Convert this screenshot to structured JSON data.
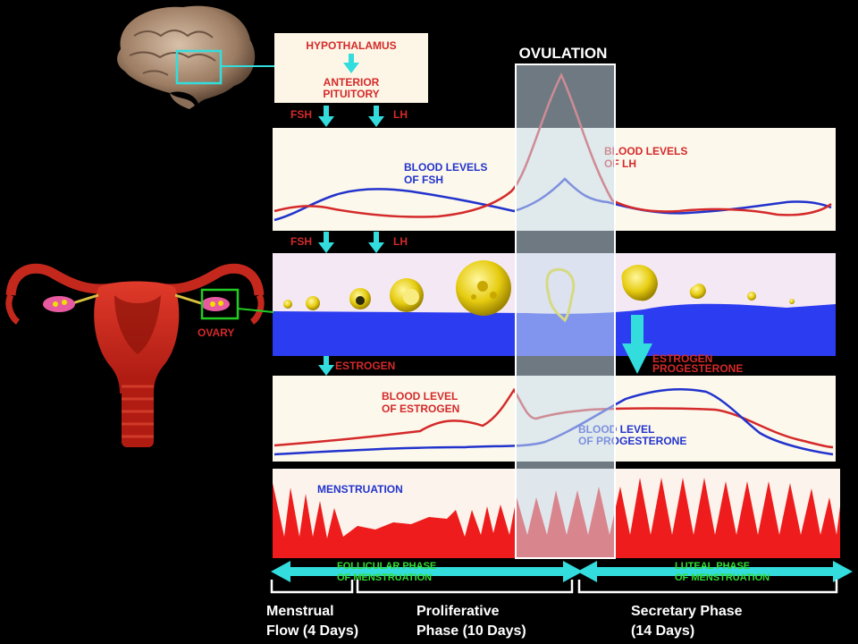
{
  "hypothalamus_box": {
    "line1": "HYPOTHALAMUS",
    "line2": "ANTERIOR",
    "line3": "PITUITORY"
  },
  "hormone_labels": {
    "fsh": "FSH",
    "lh": "LH"
  },
  "ovulation_label": "OVULATION",
  "ovary_label": "OVARY",
  "panel_pituitary": {
    "fsh_label_line1": "BLOOD LEVELS",
    "fsh_label_line2": "OF FSH",
    "lh_label_line1": "BLOOD LEVELS",
    "lh_label_line2": "OF LH"
  },
  "ovary_arrows": {
    "estrogen": "ESTROGEN",
    "estrogen2": "ESTROGEN",
    "progesterone": "PROGESTERONE"
  },
  "panel_hormones": {
    "estrogen_line1": "BLOOD LEVEL",
    "estrogen_line2": "OF ESTROGEN",
    "progesterone_line1": "BLOOD LEVEL",
    "progesterone_line2": "OF PROGESTERONE"
  },
  "panel_uterus": {
    "menstruation_label": "MENSTRUATION"
  },
  "phase_bar": {
    "follicular_line1": "FOLLICULAR PHASE",
    "follicular_line2": "OF MENSTRUATION",
    "luteal_line1": "LUTEAL  PHASE",
    "luteal_line2": "OF MENSTRUATION"
  },
  "captions": {
    "menstrual_line1": "Menstrual",
    "menstrual_line2": "Flow (4 Days)",
    "proliferative_line1": "Proliferative",
    "proliferative_line2": "Phase (10 Days)",
    "secretory_line1": "Secretary Phase",
    "secretory_line2": "(14 Days)"
  },
  "colors": {
    "lh": "#d42a2a",
    "fsh": "#2233cc",
    "arrow": "#33dddd",
    "ovulation_band": "#c8dcec"
  }
}
